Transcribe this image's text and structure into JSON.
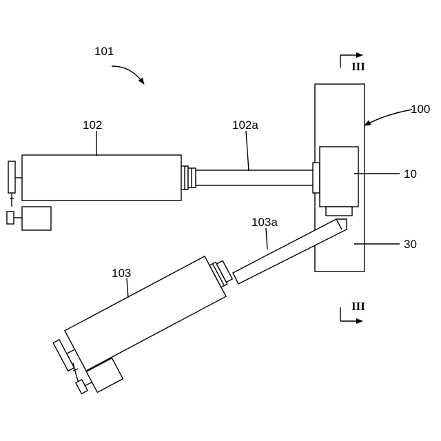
{
  "labels": {
    "assembly": "101",
    "cylinder_upper": "102",
    "rod_upper": "102a",
    "plate": "100",
    "block": "10",
    "cylinder_lower": "103",
    "rod_lower": "103a",
    "region": "30",
    "section_top": "III",
    "section_bottom": "III"
  },
  "colors": {
    "line": "#000000",
    "background": "#ffffff"
  }
}
